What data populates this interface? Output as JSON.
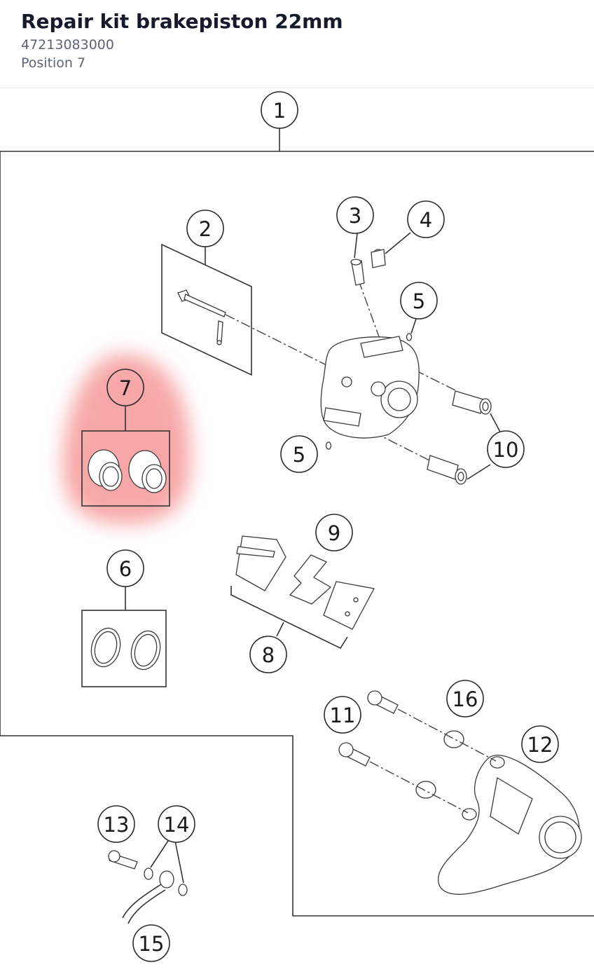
{
  "header": {
    "title": "Repair kit brakepiston 22mm",
    "part_number": "47213083000",
    "position": "Position 7"
  },
  "diagram": {
    "highlight_color": "#f58a8a",
    "highlighted_position": "7",
    "callouts": [
      {
        "id": "1",
        "label": "1"
      },
      {
        "id": "2",
        "label": "2"
      },
      {
        "id": "3",
        "label": "3"
      },
      {
        "id": "4",
        "label": "4"
      },
      {
        "id": "5a",
        "label": "5"
      },
      {
        "id": "5b",
        "label": "5"
      },
      {
        "id": "6",
        "label": "6"
      },
      {
        "id": "7",
        "label": "7"
      },
      {
        "id": "8",
        "label": "8"
      },
      {
        "id": "9",
        "label": "9"
      },
      {
        "id": "10",
        "label": "10"
      },
      {
        "id": "11",
        "label": "11"
      },
      {
        "id": "12",
        "label": "12"
      },
      {
        "id": "13",
        "label": "13"
      },
      {
        "id": "14",
        "label": "14"
      },
      {
        "id": "15",
        "label": "15"
      },
      {
        "id": "16",
        "label": "16"
      }
    ]
  }
}
